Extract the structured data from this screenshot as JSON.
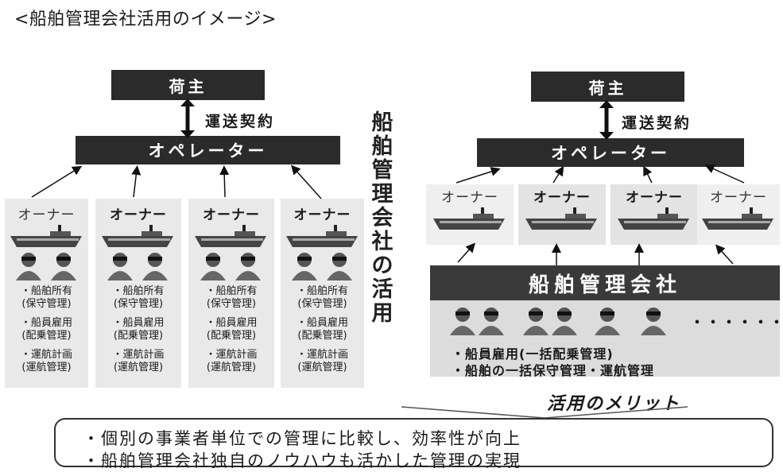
{
  "title": "<船舶管理会社活用のイメージ>",
  "left": {
    "shipper": "荷主",
    "contract": "運送契約",
    "operator": "オペレーター",
    "owners": [
      {
        "label": "オーナー",
        "duties": [
          "・船舶所有",
          "(保守管理)",
          "・船員雇用",
          "(配乗管理)",
          "・運航計画",
          "(運航管理)"
        ]
      },
      {
        "label": "オーナー",
        "duties": [
          "・船舶所有",
          "(保守管理)",
          "・船員雇用",
          "(配乗管理)",
          "・運航計画",
          "(運航管理)"
        ]
      },
      {
        "label": "オーナー",
        "duties": [
          "・船舶所有",
          "(保守管理)",
          "・船員雇用",
          "(配乗管理)",
          "・運航計画",
          "(運航管理)"
        ]
      },
      {
        "label": "オーナー",
        "duties": [
          "・船舶所有",
          "(保守管理)",
          "・船員雇用",
          "(配乗管理)",
          "・運航計画",
          "(運航管理)"
        ]
      }
    ]
  },
  "middle_label": [
    "船",
    "舶",
    "管",
    "理",
    "会",
    "社",
    "の",
    "活",
    "用"
  ],
  "right": {
    "shipper": "荷主",
    "contract": "運送契約",
    "operator": "オペレーター",
    "owners": [
      "オーナー",
      "オーナー",
      "オーナー",
      "オーナー"
    ],
    "management_company": "船舶管理会社",
    "dots": "・・・・・・",
    "bullets": [
      "・船員雇用(一括配乗管理)",
      "・船舶の一括保守管理・運航管理"
    ]
  },
  "merit": {
    "heading": "活用のメリット",
    "lines": [
      "・個別の事業者単位での管理に比較し、効率性が向上",
      "・船舶管理会社独自のノウハウも活かした管理の実現"
    ]
  },
  "colors": {
    "dark_box": "#2b2b2b",
    "management_box": "#3a3a3a",
    "column_bg": "#e9e9e9"
  }
}
